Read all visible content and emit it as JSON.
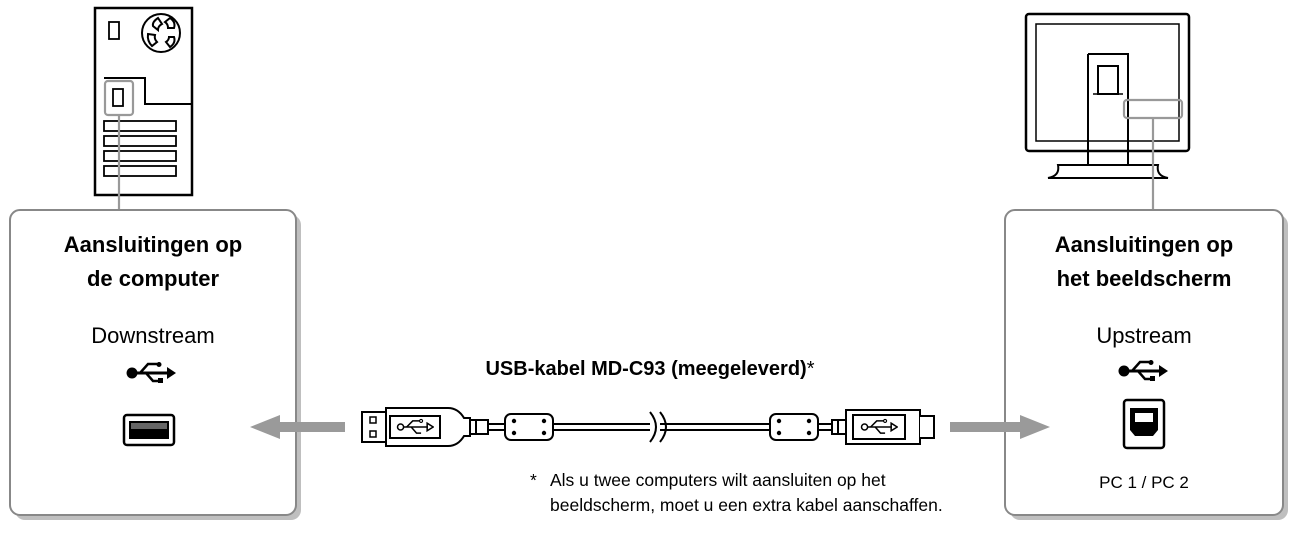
{
  "left_box": {
    "title_line1": "Aansluitingen op",
    "title_line2": "de computer",
    "port_type": "Downstream",
    "usb_icon": "usb-icon",
    "port_icon": "usb-type-a-port-icon"
  },
  "right_box": {
    "title_line1": "Aansluitingen op",
    "title_line2": "het beeldscherm",
    "port_type": "Upstream",
    "usb_icon": "usb-icon",
    "port_icon": "usb-type-b-port-icon",
    "port_label": "PC 1 / PC 2"
  },
  "cable": {
    "title": "USB-kabel MD-C93 (meegeleverd)",
    "asterisk": "*",
    "connector_a_icon": "usb-a-plug-icon",
    "connector_b_icon": "usb-b-plug-icon"
  },
  "footnote": {
    "marker": "*",
    "text": "Als u twee computers wilt aansluiten op het beeldscherm, moet u een extra kabel aanschaffen."
  },
  "colors": {
    "box_border": "#888888",
    "box_shadow": "#bfbfbf",
    "arrow": "#9a9a9a",
    "highlight": "#999999"
  }
}
